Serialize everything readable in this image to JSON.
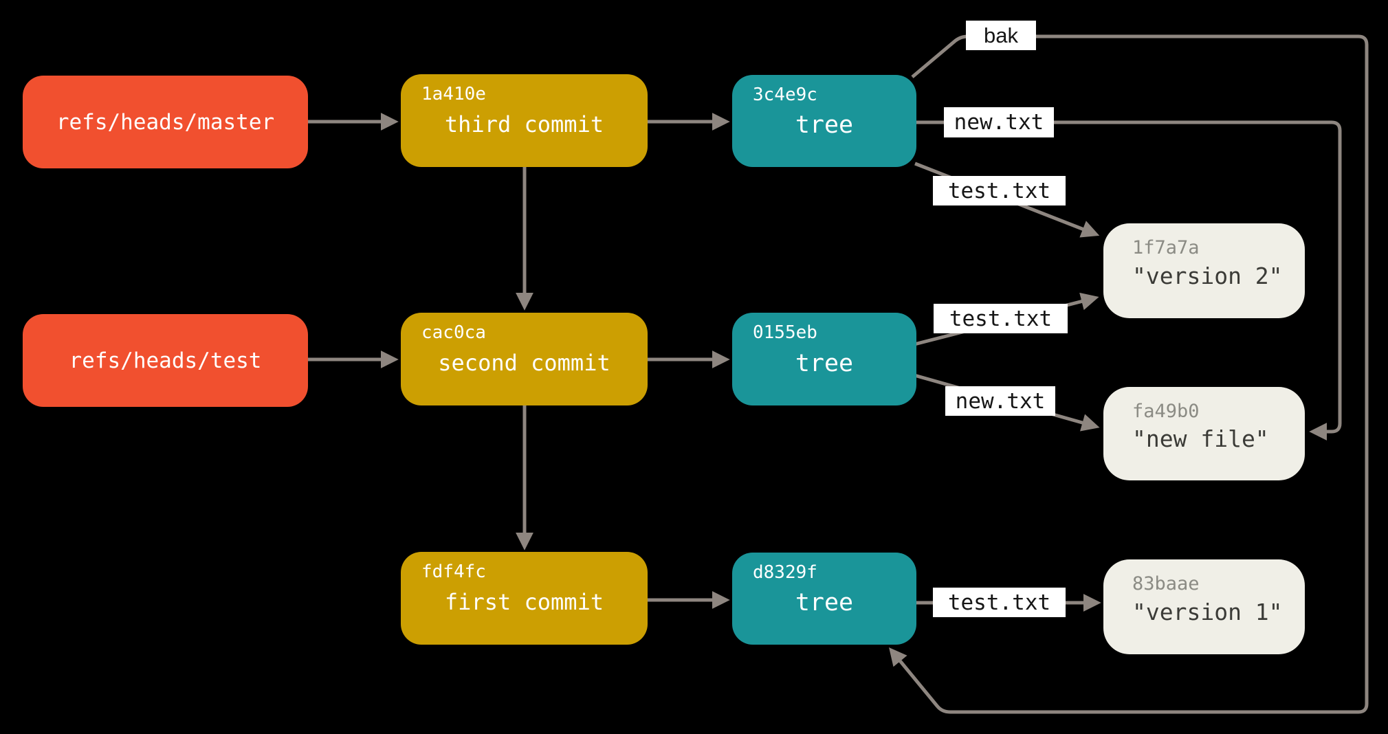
{
  "diagram": {
    "title_hint": "git objects and refs",
    "colors": {
      "background": "#000000",
      "ref": "#F1502F",
      "commit": "#CC9F02",
      "tree": "#1A9599",
      "blob": "#F0EFE7",
      "edge": "#8E8680",
      "label_bg": "#FFFFFF",
      "label_text": "#161616"
    },
    "refs": [
      {
        "name": "refs/heads/master"
      },
      {
        "name": "refs/heads/test"
      }
    ],
    "commits": [
      {
        "hash": "1a410e",
        "label": "third commit"
      },
      {
        "hash": "cac0ca",
        "label": "second commit"
      },
      {
        "hash": "fdf4fc",
        "label": "first commit"
      }
    ],
    "trees": [
      {
        "hash": "3c4e9c",
        "label": "tree"
      },
      {
        "hash": "0155eb",
        "label": "tree"
      },
      {
        "hash": "d8329f",
        "label": "tree"
      }
    ],
    "blobs": [
      {
        "hash": "1f7a7a",
        "label": "\"version 2\""
      },
      {
        "hash": "fa49b0",
        "label": "\"new file\""
      },
      {
        "hash": "83baae",
        "label": "\"version 1\""
      }
    ],
    "edge_labels": [
      {
        "text": "bak"
      },
      {
        "text": "new.txt"
      },
      {
        "text": "test.txt"
      },
      {
        "text": "test.txt"
      },
      {
        "text": "new.txt"
      },
      {
        "text": "test.txt"
      }
    ],
    "edges": [
      {
        "from": "refs/heads/master",
        "to": "1a410e"
      },
      {
        "from": "refs/heads/test",
        "to": "cac0ca"
      },
      {
        "from": "1a410e",
        "to": "cac0ca"
      },
      {
        "from": "cac0ca",
        "to": "fdf4fc"
      },
      {
        "from": "1a410e",
        "to": "3c4e9c"
      },
      {
        "from": "cac0ca",
        "to": "0155eb"
      },
      {
        "from": "fdf4fc",
        "to": "d8329f"
      },
      {
        "from": "3c4e9c",
        "to": "d8329f",
        "label": "bak"
      },
      {
        "from": "3c4e9c",
        "to": "fa49b0",
        "label": "new.txt"
      },
      {
        "from": "3c4e9c",
        "to": "1f7a7a",
        "label": "test.txt"
      },
      {
        "from": "0155eb",
        "to": "1f7a7a",
        "label": "test.txt"
      },
      {
        "from": "0155eb",
        "to": "fa49b0",
        "label": "new.txt"
      },
      {
        "from": "d8329f",
        "to": "83baae",
        "label": "test.txt"
      }
    ]
  }
}
